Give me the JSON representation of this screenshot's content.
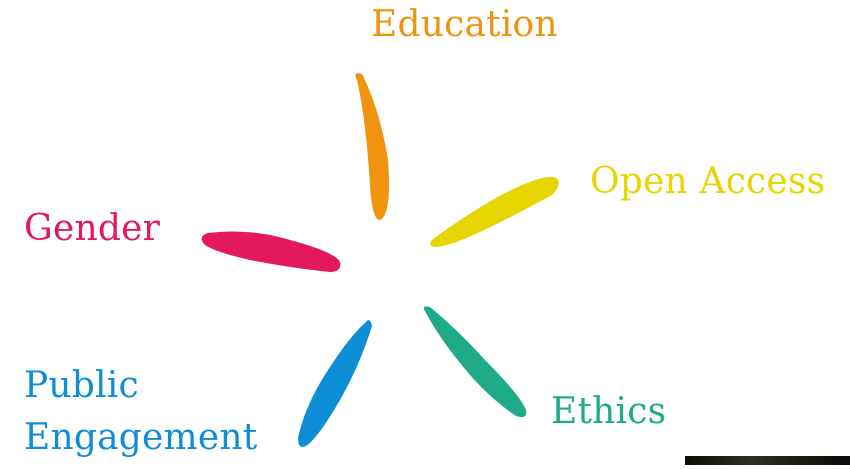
{
  "petals": [
    {
      "id": "education",
      "label_lines": [
        "Education"
      ],
      "color": "#F0930E"
    },
    {
      "id": "open-access",
      "label_lines": [
        "Open Access"
      ],
      "color": "#E6D500"
    },
    {
      "id": "ethics",
      "label_lines": [
        "Ethics"
      ],
      "color": "#1FAA88"
    },
    {
      "id": "public-engagement",
      "label_lines": [
        "Public",
        "Engagement"
      ],
      "color": "#0E8ED6"
    },
    {
      "id": "gender",
      "label_lines": [
        "Gender"
      ],
      "color": "#E3195C"
    }
  ]
}
